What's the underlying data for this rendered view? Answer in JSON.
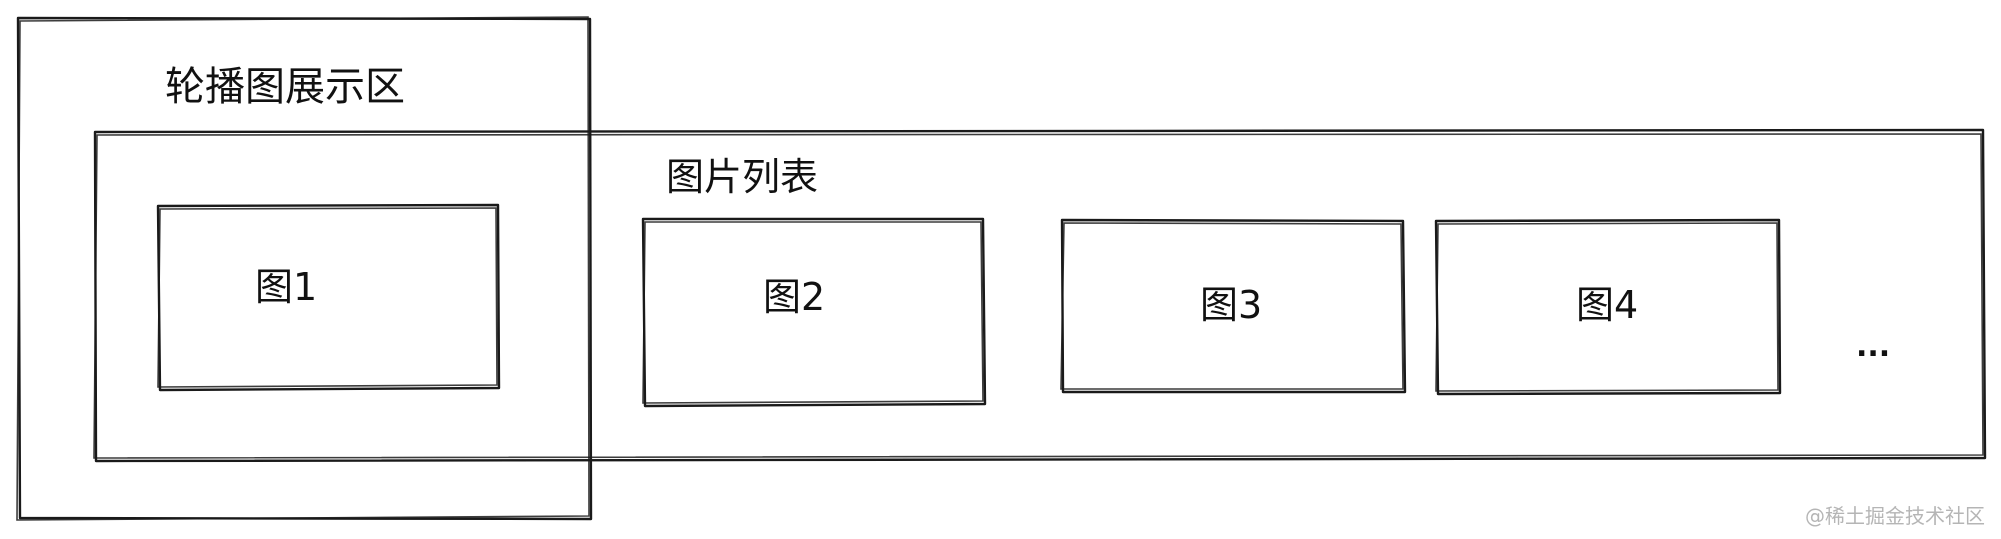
{
  "carousel_area": {
    "label": "轮播图展示区"
  },
  "image_list": {
    "label": "图片列表",
    "items": [
      "图1",
      "图2",
      "图3",
      "图4"
    ],
    "more": "..."
  },
  "watermark": "@稀土掘金技术社区"
}
